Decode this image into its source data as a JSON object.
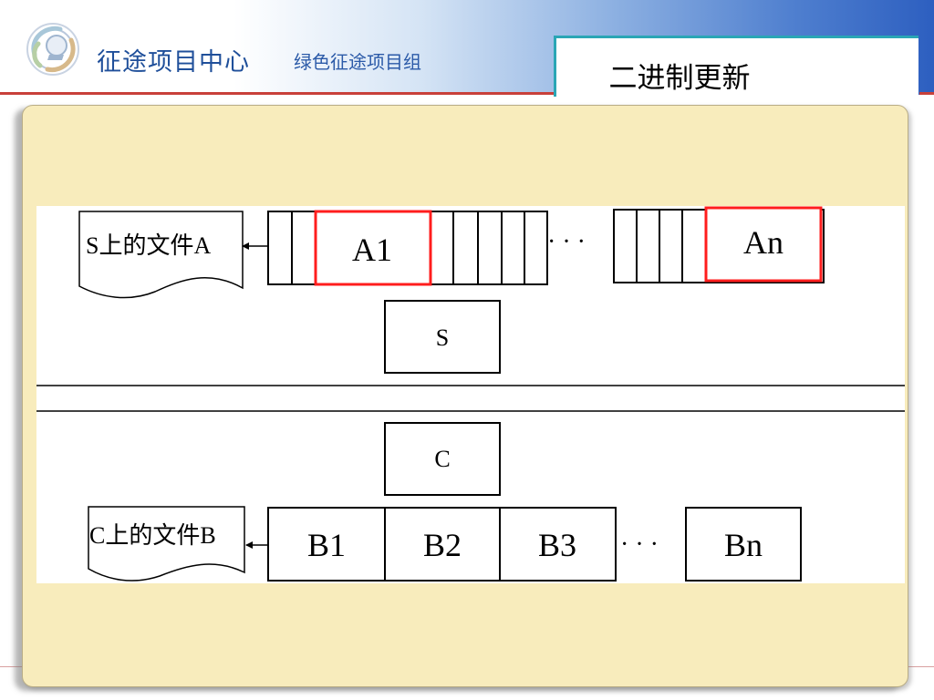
{
  "header": {
    "title_main": "征途项目中心",
    "title_sub": "绿色征途项目组",
    "slide_title": "二进制更新"
  },
  "colors": {
    "header_blue": "#2d5fc0",
    "title_text": "#1f4f9a",
    "accent_teal": "#2aa6b5",
    "panel_bg": "#f8ecbc",
    "highlight_red": "#ff1d1d",
    "rule_red": "#c8403a"
  },
  "diagram": {
    "server_file_label": "S上的文件A",
    "server_label": "S",
    "client_label": "C",
    "client_file_label": "C上的文件B",
    "server_blocks": [
      "A1",
      "An"
    ],
    "client_blocks": [
      "B1",
      "B2",
      "B3",
      "Bn"
    ],
    "ellipsis": "· · ·"
  },
  "icons": {
    "logo": "swirl-logo-icon"
  }
}
